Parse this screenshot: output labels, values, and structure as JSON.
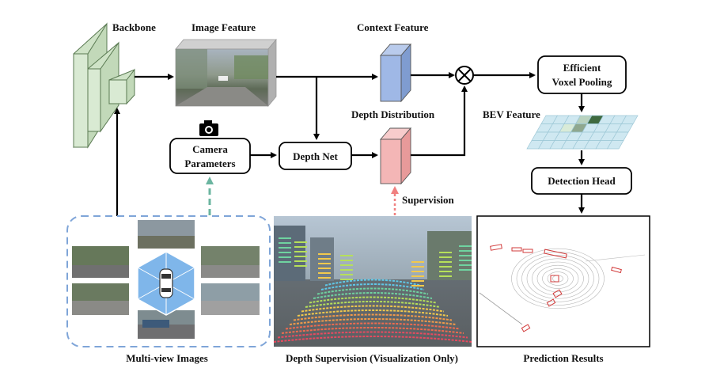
{
  "labels": {
    "backbone": "Backbone",
    "image_feature": "Image Feature",
    "context_feature": "Context Feature",
    "depth_distribution": "Depth Distribution",
    "bev_feature": "BEV Feature",
    "efficient_voxel_pooling_line1": "Efficient",
    "efficient_voxel_pooling_line2": "Voxel Pooling",
    "camera_parameters_line1": "Camera",
    "camera_parameters_line2": "Parameters",
    "depth_net": "Depth Net",
    "detection_head": "Detection Head",
    "supervision": "Supervision",
    "multi_view_images": "Multi-view Images",
    "depth_supervision": "Depth Supervision (Visualization Only)",
    "prediction_results": "Prediction Results"
  },
  "colors": {
    "backbone_fill": "#d9ead3",
    "backbone_stroke": "#5a7a52",
    "context_feature_fill": "#9fb8e6",
    "depth_distribution_fill": "#f4b6b6",
    "bev_grid_fill": "#c9e6ef",
    "dashed_blue": "#7fa5d8",
    "dashed_teal": "#6bb5a0",
    "dashed_red": "#f08080"
  },
  "icons": {
    "camera": "camera-icon",
    "multiply": "circle-times-icon",
    "car": "car-icon"
  }
}
